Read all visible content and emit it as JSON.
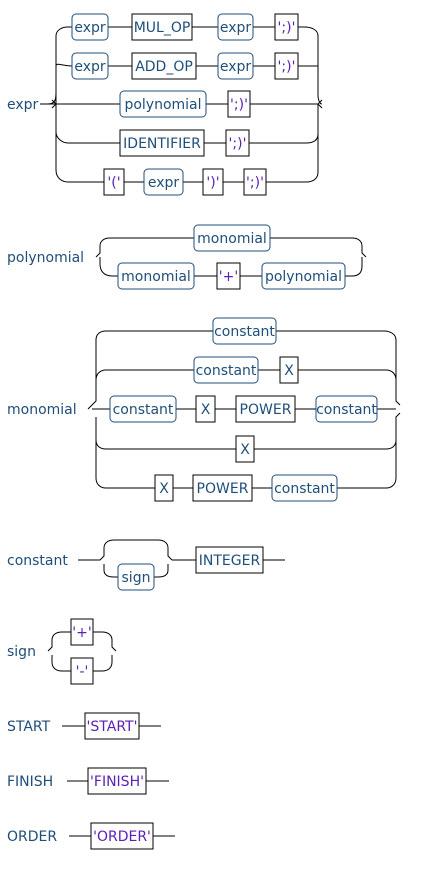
{
  "colors": {
    "nonterminal_text": "#1f4e79",
    "nonterminal_border": "#1f4e79",
    "terminal_text": "#5b21b6",
    "token_text": "#1f4e79",
    "line": "#000000",
    "background": "#ffffff"
  },
  "rules": {
    "expr": {
      "label": "expr",
      "alt1": {
        "expr_a": "expr",
        "op": "MUL_OP",
        "expr_b": "expr",
        "semi": "';)'"
      },
      "alt2": {
        "expr_a": "expr",
        "op": "ADD_OP",
        "expr_b": "expr",
        "semi": "';)'"
      },
      "alt3": {
        "polynomial": "polynomial",
        "semi": "';)'"
      },
      "alt4": {
        "identifier": "IDENTIFIER",
        "semi": "';)'"
      },
      "alt5": {
        "lparen": "'('",
        "expr": "expr",
        "rparen": "')'",
        "semi": "';)'"
      }
    },
    "polynomial": {
      "label": "polynomial",
      "alt1": {
        "monomial": "monomial"
      },
      "alt2": {
        "monomial": "monomial",
        "plus": "'+'",
        "polynomial": "polynomial"
      }
    },
    "monomial": {
      "label": "monomial",
      "alt1": {
        "constant": "constant"
      },
      "alt2": {
        "constant": "constant",
        "x": "X"
      },
      "alt3": {
        "constant_a": "constant",
        "x": "X",
        "power": "POWER",
        "constant_b": "constant"
      },
      "alt4": {
        "x": "X"
      },
      "alt5": {
        "x": "X",
        "power": "POWER",
        "constant": "constant"
      }
    },
    "constant": {
      "label": "constant",
      "sign": "sign",
      "integer": "INTEGER"
    },
    "sign": {
      "label": "sign",
      "plus": "'+'",
      "minus": "'-'"
    },
    "start": {
      "label": "START",
      "token": "'START'"
    },
    "finish": {
      "label": "FINISH",
      "token": "'FINISH'"
    },
    "order": {
      "label": "ORDER",
      "token": "'ORDER'"
    }
  }
}
